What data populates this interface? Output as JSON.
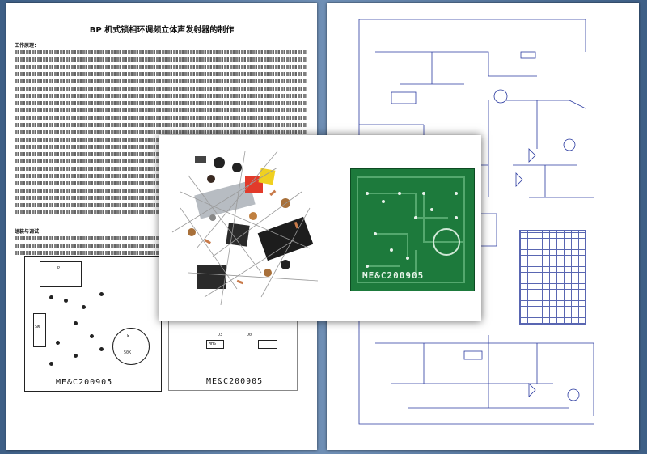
{
  "document": {
    "title": "BP 机式锁相环调频立体声发射器的制作",
    "section1_heading": "工作原理：",
    "section2_heading": "组装与调试：",
    "board_label_left": "ME&C200905",
    "board_label_right": "ME&C200905",
    "silk_labels": [
      "P",
      "SW",
      "50K",
      "W",
      "MHS",
      "D3",
      "D0"
    ]
  },
  "overlay": {
    "pcb_label": "ME&C200905"
  },
  "colors": {
    "background": "#5b7a9e",
    "pcb": "#1d7a3c",
    "schematic_ink": "#2a3aa0"
  }
}
